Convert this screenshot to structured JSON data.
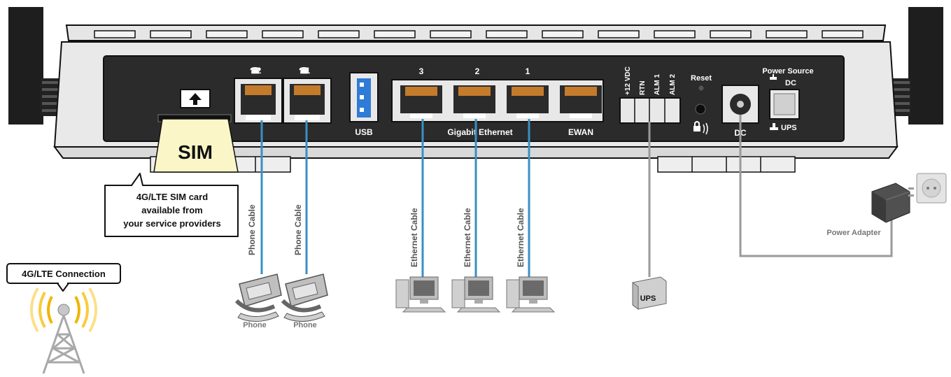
{
  "sim": {
    "label": "SIM",
    "callout": [
      "4G/LTE SIM card",
      "available from",
      "your service providers"
    ]
  },
  "connection": {
    "label": "4G/LTE Connection"
  },
  "ports": {
    "phone_2": "2",
    "phone_1": "1",
    "usb": "USB",
    "lan_3": "3",
    "lan_2": "2",
    "lan_1": "1",
    "gigabit": "Gigabit Ethernet",
    "ewan": "EWAN",
    "terminal": [
      "+12 VDC",
      "RTN",
      "ALM 1",
      "ALM 2"
    ],
    "reset": "Reset",
    "dc": "DC",
    "power_source": "Power Source",
    "ps_dc": "DC",
    "ps_ups": "UPS"
  },
  "cables": {
    "phone_1": "Phone Cable",
    "phone_2": "Phone Cable",
    "eth_1": "Ethernet Cable",
    "eth_2": "Ethernet Cable",
    "eth_3": "Ethernet Cable"
  },
  "devices": {
    "phone_left": "Phone",
    "phone_right": "Phone",
    "ups": "UPS",
    "power_adapter": "Power Adapter"
  },
  "colors": {
    "panel": "#2b2b2b",
    "cable_blue": "#3a8fc4",
    "cable_gray": "#9a9a9a",
    "sim_yellow": "#fbf6c7",
    "signal": "#f2b400"
  }
}
